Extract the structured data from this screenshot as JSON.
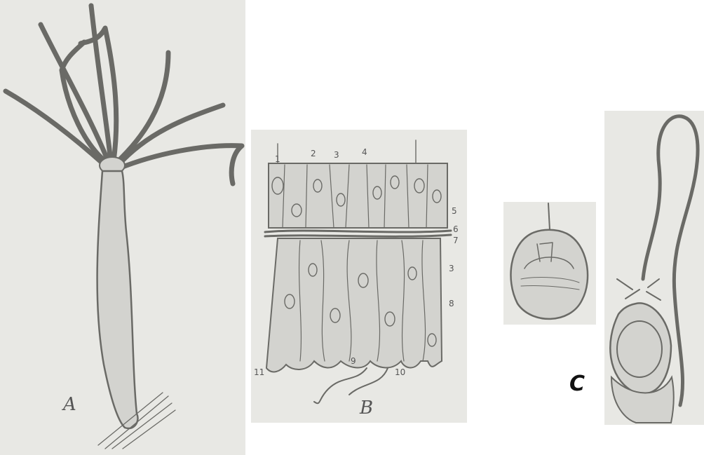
{
  "figure": {
    "panel_a": {
      "label": "A"
    },
    "panel_b": {
      "label": "B",
      "numbers": [
        "1",
        "2",
        "3",
        "4",
        "5",
        "6",
        "7",
        "3",
        "8",
        "11",
        "9",
        "10"
      ]
    },
    "panel_c": {
      "label": "C"
    }
  }
}
